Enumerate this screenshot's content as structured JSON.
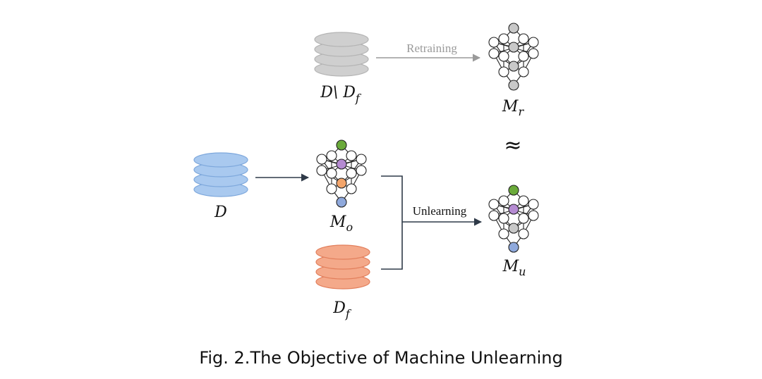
{
  "labels": {
    "retain_set": "D\\ D",
    "retain_set_sub": "f",
    "full_set": "D",
    "forget_set": "D",
    "forget_set_sub": "f",
    "model_retrained": "M",
    "model_retrained_sub": "r",
    "model_original": "M",
    "model_original_sub": "o",
    "model_unlearned": "M",
    "model_unlearned_sub": "u",
    "approx": "≈"
  },
  "arrows": {
    "retraining": "Retraining",
    "unlearning": "Unlearning"
  },
  "colors": {
    "retain_db": "#cfcfcf",
    "retain_db_stroke": "#b4b4b4",
    "full_db": "#a9c9ef",
    "full_db_stroke": "#7ea8dc",
    "forget_db": "#f4a98a",
    "forget_db_stroke": "#e27f5c",
    "node_green": "#6aaa3a",
    "node_purple": "#b58bd2",
    "node_orange": "#f3a56b",
    "node_blue": "#8fa9dc",
    "node_gray": "#c8c8c8",
    "retraining_arrow": "#9a9a9a",
    "unlearning_arrow": "#2f3a48"
  },
  "caption": {
    "prefix": "Fig. 2.",
    "text": "The Objective of Machine Unlearning"
  }
}
